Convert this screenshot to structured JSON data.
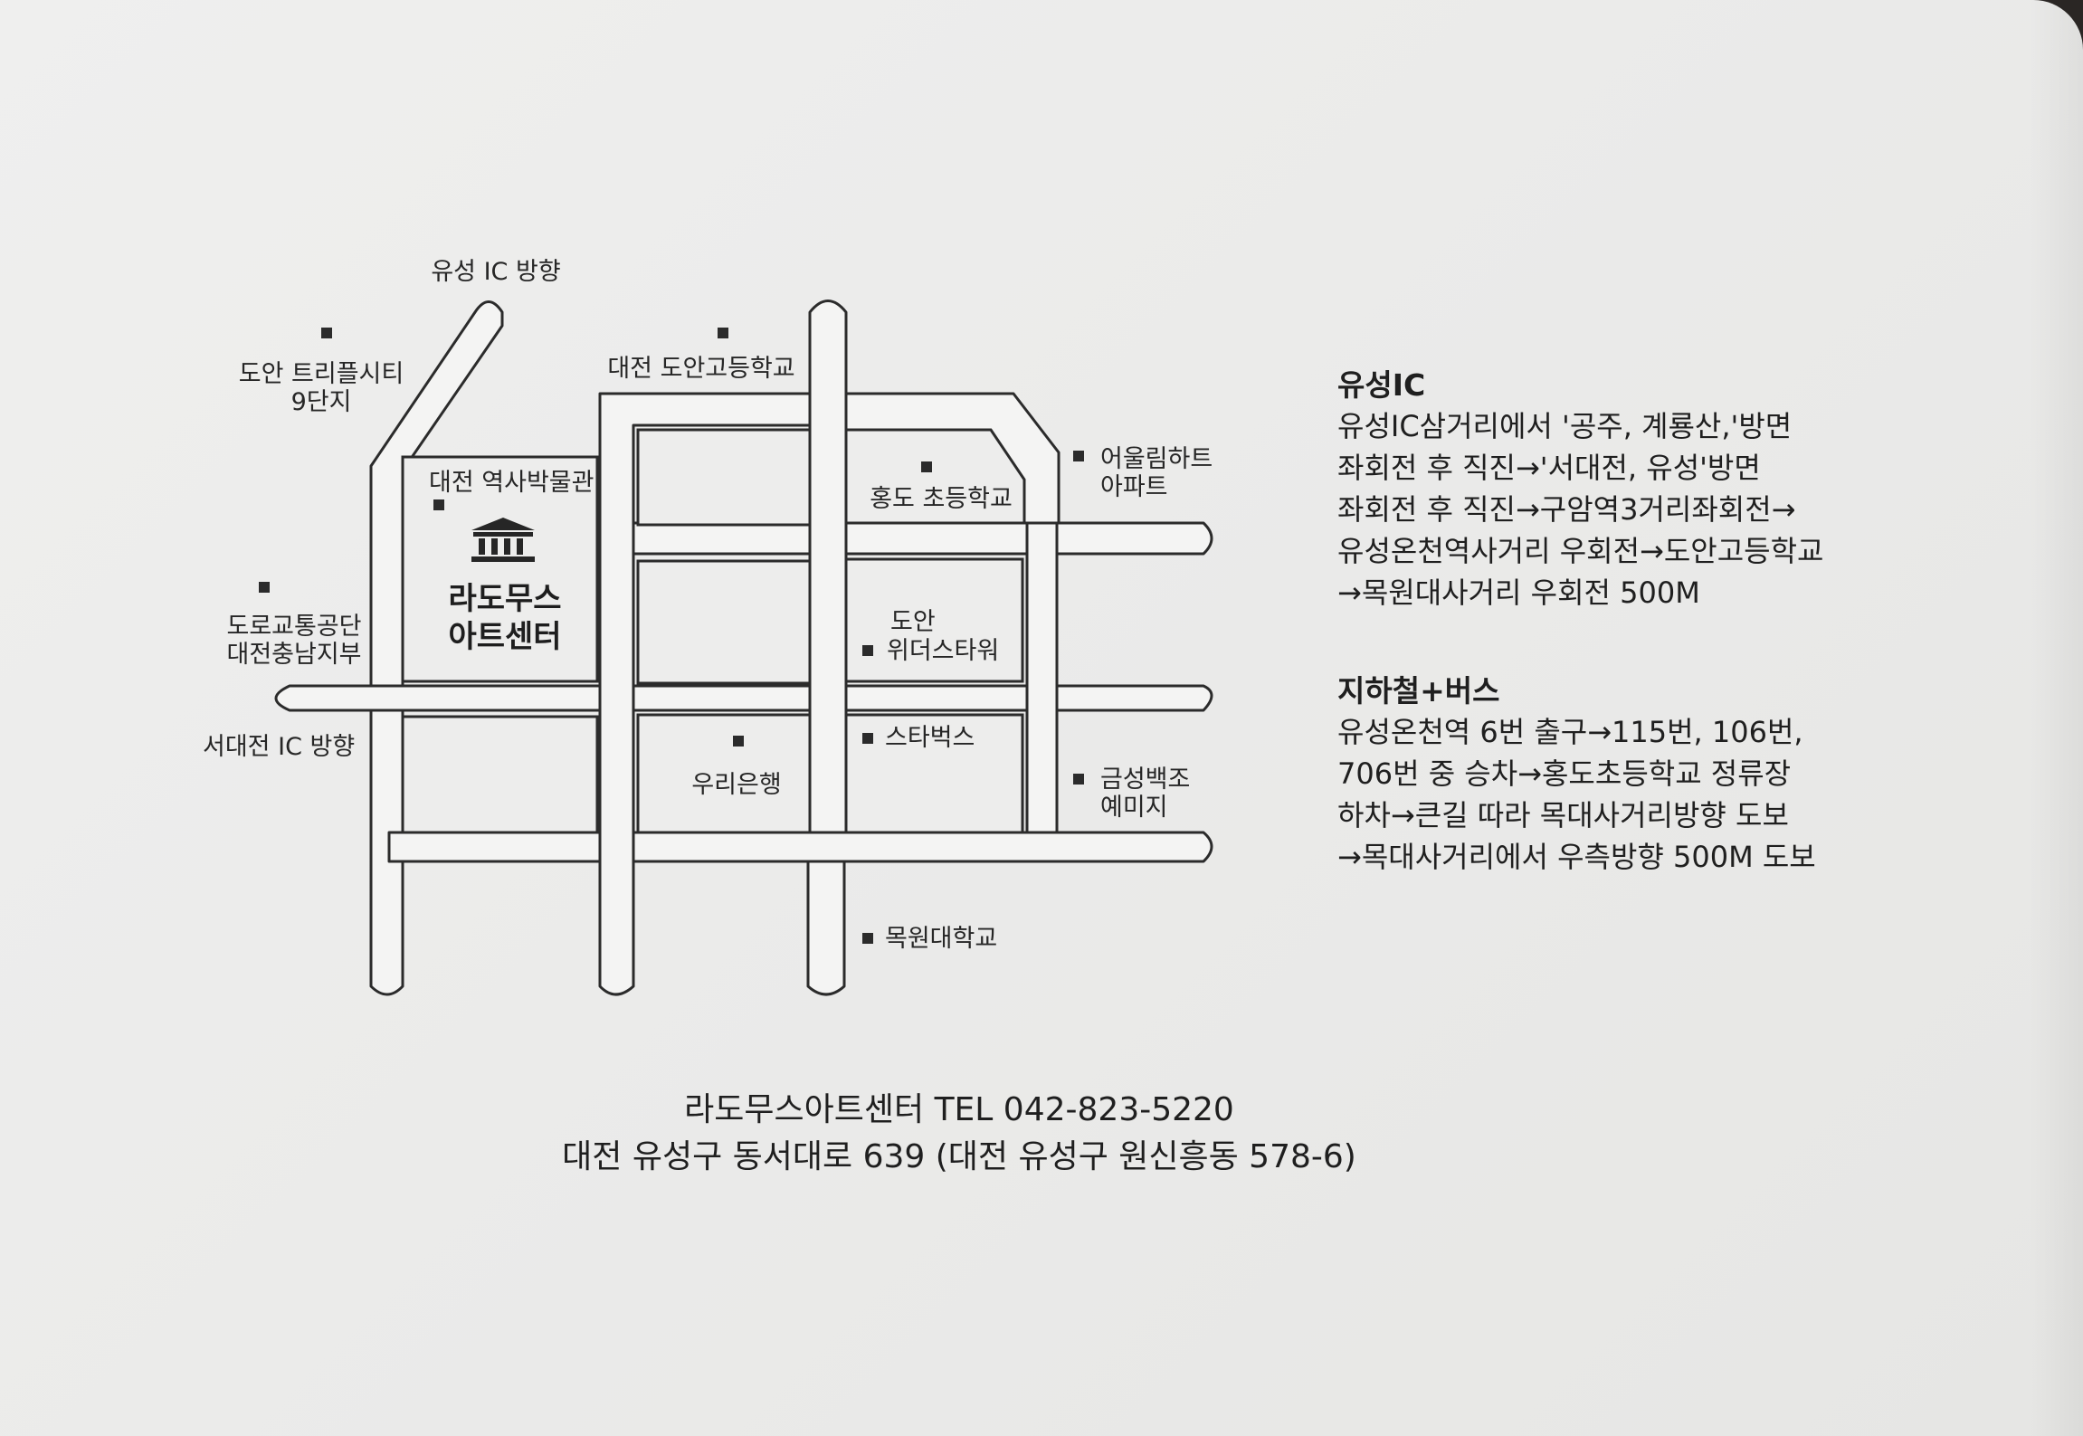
{
  "map": {
    "direction_top": "유성 IC 방향",
    "direction_left": "서대전 IC 방향",
    "landmarks": {
      "triple_city": [
        "도안 트리플시티",
        "9단지"
      ],
      "history_museum": "대전 역사박물관",
      "road_authority": [
        "도로교통공단",
        "대전충남지부"
      ],
      "doan_high_school": "대전 도안고등학교",
      "hongdo_elementary": "홍도 초등학교",
      "eoullim_apartment": [
        "어울림하트",
        "아파트"
      ],
      "wither_tower": [
        "도안",
        "위더스타워"
      ],
      "woori_bank": "우리은행",
      "starbucks": "스타벅스",
      "geumseong": [
        "금성백조",
        "예미지"
      ],
      "mokwon_univ": "목원대학교"
    },
    "venue": [
      "라도무스",
      "아트센터"
    ],
    "venue_icon": "museum-columns-icon"
  },
  "routes": [
    {
      "title": "유성IC",
      "lines": [
        "유성IC삼거리에서 '공주, 계룡산,'방면",
        "좌회전 후 직진→'서대전, 유성'방면",
        "좌회전 후 직진→구암역3거리좌회전→",
        "유성온천역사거리 우회전→도안고등학교",
        "→목원대사거리 우회전 500M"
      ]
    },
    {
      "title": "지하철+버스",
      "lines": [
        "유성온천역 6번 출구→115번, 106번,",
        "706번 중 승차→홍도초등학교 정류장",
        "하차→큰길 따라 목대사거리방향 도보",
        "→목대사거리에서 우측방향 500M 도보"
      ]
    }
  ],
  "footer": {
    "line1": "라도무스아트센터  TEL 042-823-5220",
    "line2": "대전 유성구 동서대로 639 (대전 유성구 원신흥동 578-6)"
  },
  "colors": {
    "card": "#ececeb",
    "ink": "#222222",
    "road_fill": "#f7f7f6"
  }
}
